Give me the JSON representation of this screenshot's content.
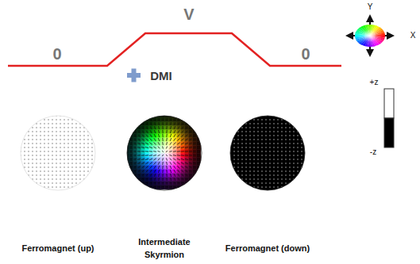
{
  "diagram": {
    "nodes": [
      {
        "text": [
          "Ferromagnet (up)"
        ]
      },
      {
        "text": [
          "Intermediate Skyrmion"
        ]
      },
      {
        "text": [
          "Ferromagnet (down)"
        ]
      }
    ],
    "labels": [
      "0",
      "V",
      "DMI",
      "0",
      "Y",
      "X",
      "+z",
      "-z"
    ]
  }
}
